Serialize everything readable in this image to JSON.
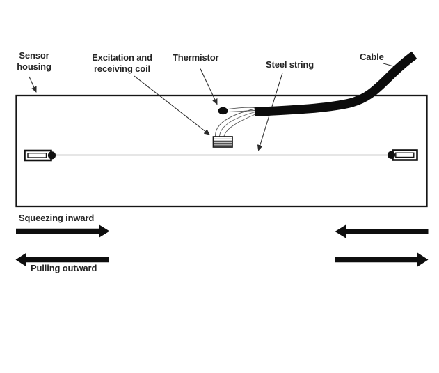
{
  "colors": {
    "background": "#ffffff",
    "ink": "#111111",
    "label_text": "#242424"
  },
  "annotations": {
    "sensor_housing": {
      "line1": "Sensor",
      "line2": "housing"
    },
    "excitation_coil": {
      "line1": "Excitation and",
      "line2": "receiving coil"
    },
    "thermistor": {
      "label": "Thermistor"
    },
    "steel_string": {
      "label": "Steel string"
    },
    "cable": {
      "label": "Cable"
    }
  },
  "force_labels": {
    "squeezing_inward": "Squeezing inward",
    "pulling_outward": "Pulling outward"
  }
}
